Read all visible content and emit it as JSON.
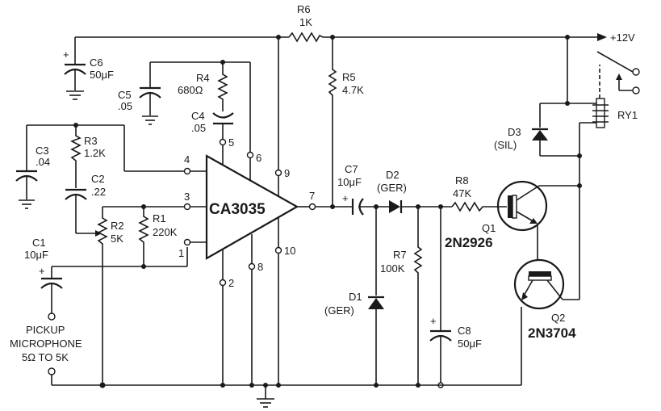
{
  "title": "CA3035 sound-activated relay circuit",
  "supply": {
    "label": "+12V"
  },
  "ic": {
    "label": "CA3035",
    "pins": [
      "1",
      "2",
      "3",
      "4",
      "5",
      "6",
      "7",
      "8",
      "9",
      "10"
    ]
  },
  "resistors": [
    {
      "ref": "R1",
      "value": "220K"
    },
    {
      "ref": "R2",
      "value": "5K"
    },
    {
      "ref": "R3",
      "value": "1.2K"
    },
    {
      "ref": "R4",
      "value": "680Ω"
    },
    {
      "ref": "R5",
      "value": "4.7K"
    },
    {
      "ref": "R6",
      "value": "1K"
    },
    {
      "ref": "R7",
      "value": "100K"
    },
    {
      "ref": "R8",
      "value": "47K"
    }
  ],
  "capacitors": [
    {
      "ref": "C1",
      "value": "10μF"
    },
    {
      "ref": "C2",
      "value": ".22"
    },
    {
      "ref": "C3",
      "value": ".04"
    },
    {
      "ref": "C4",
      "value": ".05"
    },
    {
      "ref": "C5",
      "value": ".05"
    },
    {
      "ref": "C6",
      "value": "50μF"
    },
    {
      "ref": "C7",
      "value": "10μF"
    },
    {
      "ref": "C8",
      "value": "50μF"
    }
  ],
  "diodes": [
    {
      "ref": "D1",
      "type": "(GER)"
    },
    {
      "ref": "D2",
      "type": "(GER)"
    },
    {
      "ref": "D3",
      "type": "(SIL)"
    }
  ],
  "transistors": [
    {
      "ref": "Q1",
      "part": "2N2926"
    },
    {
      "ref": "Q2",
      "part": "2N3704"
    }
  ],
  "relay": {
    "ref": "RY1"
  },
  "microphone": {
    "line1": "PICKUP",
    "line2": "MICROPHONE",
    "line3": "5Ω TO 5K"
  },
  "plus_sign": "+"
}
